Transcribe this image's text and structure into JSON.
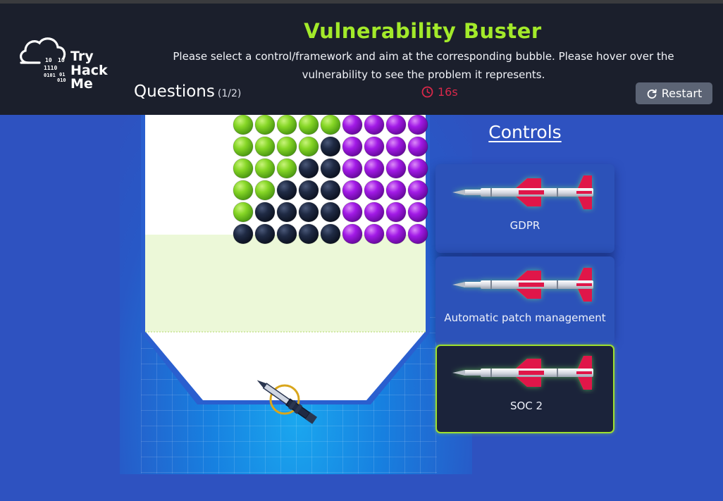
{
  "brand": {
    "name_lines": [
      "Try",
      "Hack",
      "Me"
    ],
    "binary": [
      "10",
      "10",
      "1110",
      "0101",
      "01",
      "010"
    ]
  },
  "header": {
    "title": "Vulnerability Buster",
    "instructions": "Please select a control/framework and aim at the corresponding bubble. Please hover over the vulnerability to see the problem it represents.",
    "questions_label": "Questions",
    "questions_count": "(1/2)",
    "timer": "16s",
    "restart_label": "Restart"
  },
  "colors": {
    "title": "#a3ea2a",
    "timer": "#d9284a",
    "bubble_green": "#7ed321",
    "bubble_navy": "#1c2740",
    "bubble_purple": "#a21ae6",
    "selected_border": "#9ee02f"
  },
  "bubble_grid": {
    "rows": [
      [
        "green",
        "green",
        "green",
        "green",
        "green",
        "purple",
        "purple",
        "purple",
        "purple"
      ],
      [
        "green",
        "green",
        "green",
        "green",
        "navy",
        "purple",
        "purple",
        "purple",
        "purple"
      ],
      [
        "green",
        "green",
        "green",
        "navy",
        "navy",
        "purple",
        "purple",
        "purple",
        "purple"
      ],
      [
        "green",
        "green",
        "navy",
        "navy",
        "navy",
        "purple",
        "purple",
        "purple",
        "purple"
      ],
      [
        "green",
        "navy",
        "navy",
        "navy",
        "navy",
        "purple",
        "purple",
        "purple",
        "purple"
      ],
      [
        "navy",
        "navy",
        "navy",
        "navy",
        "navy",
        "purple",
        "purple",
        "purple",
        "purple"
      ]
    ]
  },
  "controls": {
    "title": "Controls",
    "items": [
      {
        "label": "GDPR",
        "selected": false,
        "icon": "missile-icon"
      },
      {
        "label": "Automatic patch management",
        "selected": false,
        "icon": "missile-icon"
      },
      {
        "label": "SOC 2",
        "selected": true,
        "icon": "missile-icon"
      }
    ]
  }
}
